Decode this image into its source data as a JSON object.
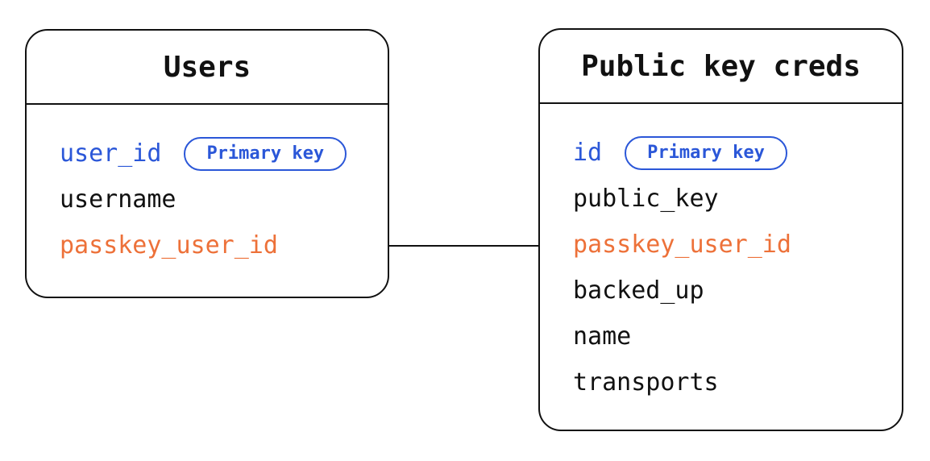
{
  "colors": {
    "primary_key_blue": "#2b57d8",
    "foreign_key_orange": "#ed7139",
    "text_black": "#111111",
    "table_border": "#111111",
    "background": "#ffffff"
  },
  "tables": [
    {
      "name": "Users",
      "fields": [
        {
          "label": "user_id",
          "color": "blue",
          "badge": "Primary key"
        },
        {
          "label": "username",
          "color": "black",
          "badge": null
        },
        {
          "label": "passkey_user_id",
          "color": "orange",
          "badge": null
        }
      ]
    },
    {
      "name": "Public key creds",
      "fields": [
        {
          "label": "id",
          "color": "blue",
          "badge": "Primary key"
        },
        {
          "label": "public_key",
          "color": "black",
          "badge": null
        },
        {
          "label": "passkey_user_id",
          "color": "orange",
          "badge": null
        },
        {
          "label": "backed_up",
          "color": "black",
          "badge": null
        },
        {
          "label": "name",
          "color": "black",
          "badge": null
        },
        {
          "label": "transports",
          "color": "black",
          "badge": null
        }
      ]
    }
  ],
  "relationship": {
    "from_table": "Users",
    "from_field": "passkey_user_id",
    "to_table": "Public key creds",
    "to_field": "passkey_user_id"
  }
}
